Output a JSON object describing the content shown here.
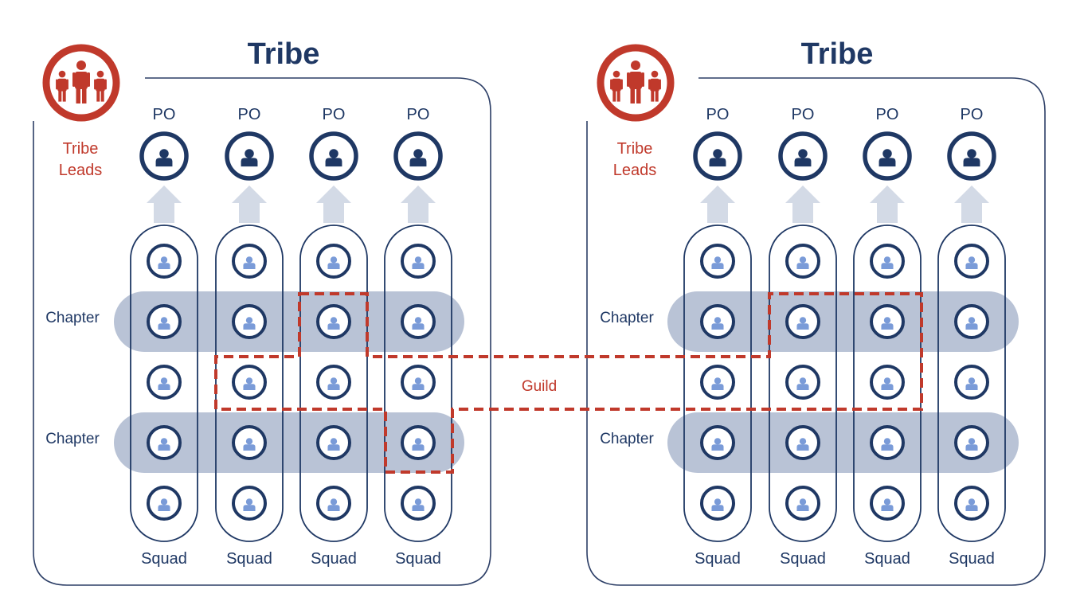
{
  "tribes": [
    {
      "title": "Tribe",
      "leads_label_line1": "Tribe",
      "leads_label_line2": "Leads",
      "po_labels": [
        "PO",
        "PO",
        "PO",
        "PO"
      ],
      "squad_labels": [
        "Squad",
        "Squad",
        "Squad",
        "Squad"
      ],
      "chapter_labels": [
        "Chapter",
        "Chapter"
      ]
    },
    {
      "title": "Tribe",
      "leads_label_line1": "Tribe",
      "leads_label_line2": "Leads",
      "po_labels": [
        "PO",
        "PO",
        "PO",
        "PO"
      ],
      "squad_labels": [
        "Squad",
        "Squad",
        "Squad",
        "Squad"
      ],
      "chapter_labels": [
        "Chapter",
        "Chapter"
      ]
    }
  ],
  "guild_label": "Guild",
  "colors": {
    "navy": "#1f3864",
    "red": "#c0392b",
    "chapter_band": "#a8b4cc",
    "member_icon": "#7a9bd8",
    "arrow": "#d3dae6",
    "tribe_border": "#2c3e66"
  }
}
